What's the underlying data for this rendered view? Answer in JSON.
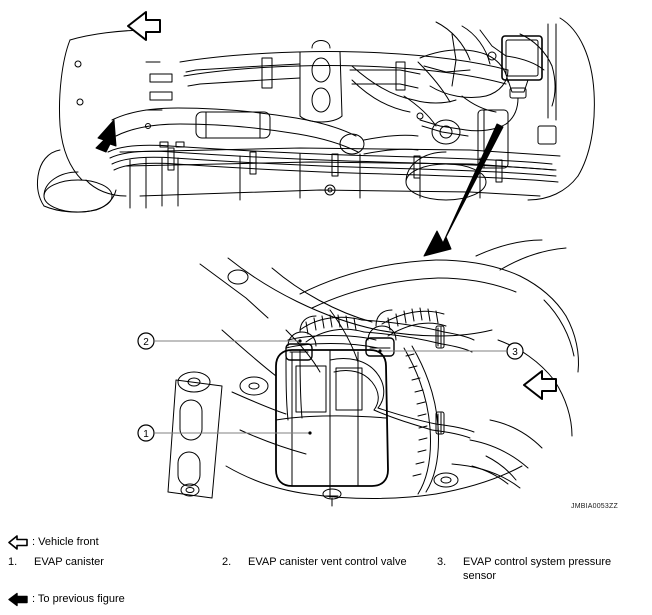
{
  "figure": {
    "id_code": "JMBIA0053ZZ",
    "upper_view_name": "vehicle-underbody-overview",
    "lower_view_name": "evap-canister-detail-view",
    "callouts": [
      {
        "number": "1",
        "target": "EVAP canister"
      },
      {
        "number": "2",
        "target": "EVAP canister vent control valve"
      },
      {
        "number": "3",
        "target": "EVAP control system pressure sensor"
      }
    ]
  },
  "legend": {
    "vehicle_front": {
      "icon": "hollow-left-arrow-icon",
      "text": ": Vehicle front"
    },
    "previous_figure": {
      "icon": "solid-left-arrow-icon",
      "text": ": To previous figure"
    }
  },
  "parts": [
    {
      "number": "1.",
      "label": "EVAP canister"
    },
    {
      "number": "2.",
      "label": "EVAP canister vent control valve"
    },
    {
      "number": "3.",
      "label": "EVAP control system pressure sensor"
    }
  ],
  "colors": {
    "line": "#000000",
    "background": "#ffffff",
    "leader": "#808080",
    "figure_id": "#1a1a1a"
  }
}
